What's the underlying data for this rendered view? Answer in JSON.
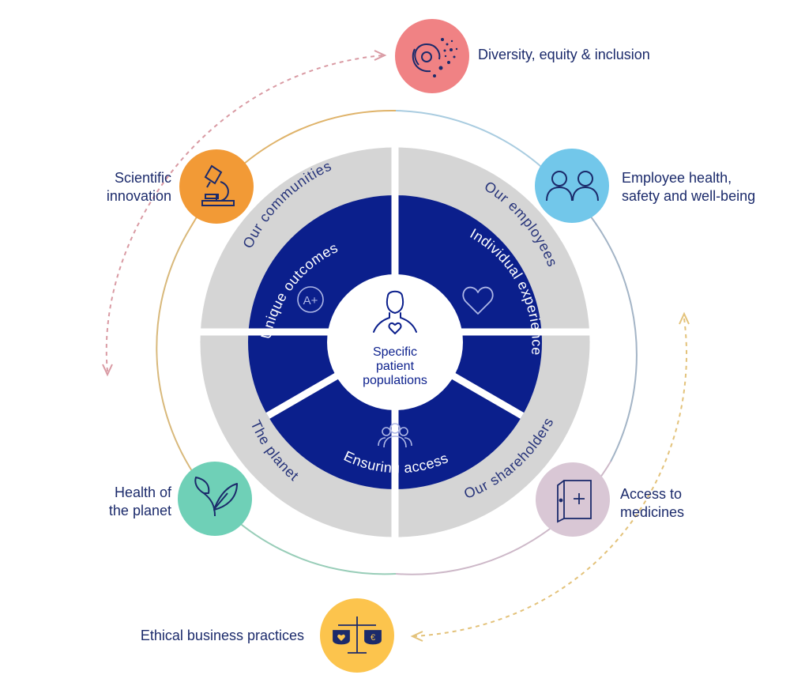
{
  "center": {
    "lines": [
      "Specific",
      "patient",
      "populations"
    ]
  },
  "inner_segments": [
    {
      "label": "Unique outcomes",
      "icon": "a-plus-icon"
    },
    {
      "label": "Individual experience",
      "icon": "heart-icon"
    },
    {
      "label": "Ensuring access",
      "icon": "people-group-icon"
    }
  ],
  "outer_segments": [
    {
      "label": "Our communities"
    },
    {
      "label": "Our employees"
    },
    {
      "label": "Our shareholders"
    },
    {
      "label": "The planet"
    }
  ],
  "pillars": [
    {
      "lines": [
        "Diversity, equity & inclusion"
      ],
      "icon": "galaxy-icon",
      "color": "#f08284"
    },
    {
      "lines": [
        "Employee health,",
        "safety and well-being"
      ],
      "icon": "two-people-icon",
      "color": "#72c7ea"
    },
    {
      "lines": [
        "Access to",
        "medicines"
      ],
      "icon": "door-plus-icon",
      "color": "#d9c7d5"
    },
    {
      "lines": [
        "Ethical business practices"
      ],
      "icon": "scales-icon",
      "color": "#fcc44d"
    },
    {
      "lines": [
        "Health of",
        "the planet"
      ],
      "icon": "leaves-icon",
      "color": "#6fd0b7"
    },
    {
      "lines": [
        "Scientific",
        "innovation"
      ],
      "icon": "microscope-icon",
      "color": "#f29a36"
    }
  ],
  "colors": {
    "navy": "#0b1f8c",
    "ring_grey": "#d5d5d5",
    "text_dark": "#1b2a6b",
    "text_grey_on_ring": "#27347a"
  }
}
